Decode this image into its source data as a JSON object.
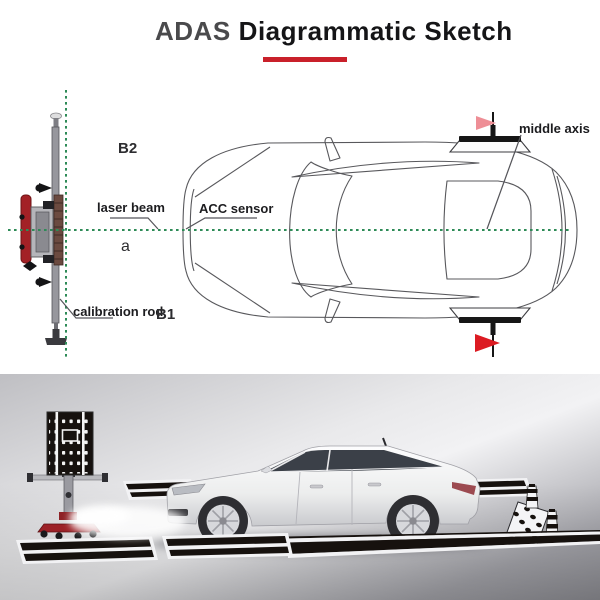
{
  "title": {
    "brand": "ADAS",
    "rest": "Diagrammatic Sketch"
  },
  "accent": {
    "underline_red": "#c9202a"
  },
  "diagram": {
    "labels": {
      "b2": "B2",
      "laser_beam": "laser beam",
      "acc_sensor": "ACC sensor",
      "a": "a",
      "calibration_rod": "calibration rod",
      "b1": "B1",
      "middle_axis": "middle axis"
    },
    "colors": {
      "laser_top_pink": "#ee8e96",
      "laser_bottom_red": "#dc1b22",
      "centerline_green": "#2e8b57",
      "outline_gray": "#58585c"
    }
  }
}
